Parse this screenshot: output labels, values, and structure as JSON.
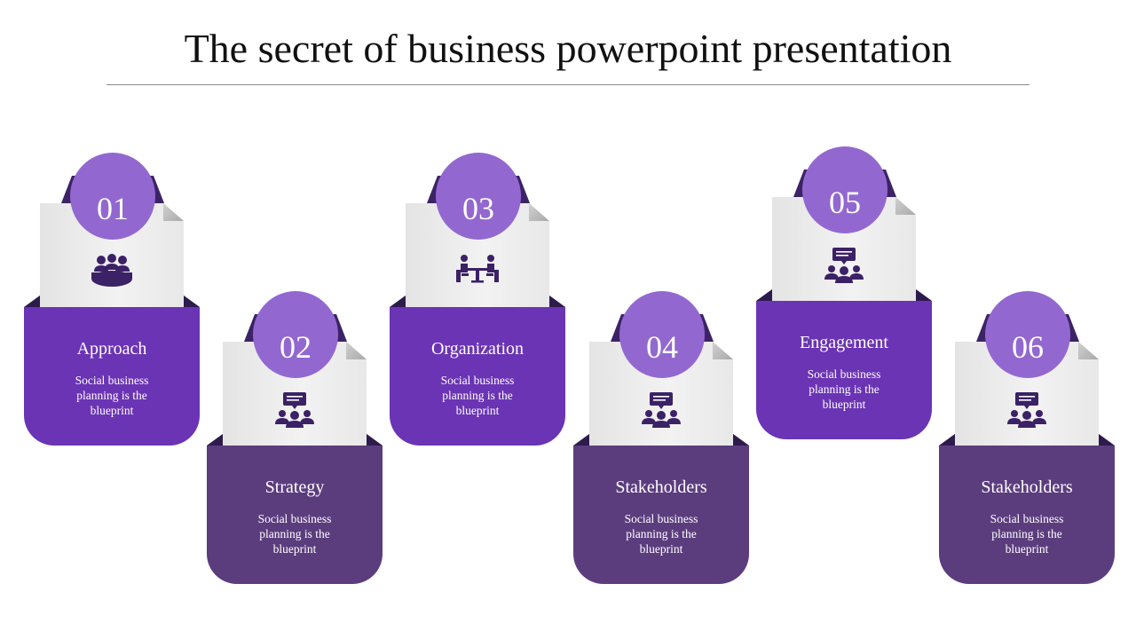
{
  "slide": {
    "title": "The secret of business powerpoint presentation"
  },
  "steps": [
    {
      "number": "01",
      "label": "Approach",
      "description": "Social business planning is the blueprint",
      "icon": "meeting-table-icon"
    },
    {
      "number": "02",
      "label": "Strategy",
      "description": "Social business planning is the blueprint",
      "icon": "presentation-group-icon"
    },
    {
      "number": "03",
      "label": "Organization",
      "description": "Social business planning is the blueprint",
      "icon": "two-people-desk-icon"
    },
    {
      "number": "04",
      "label": "Stakeholders",
      "description": "Social business planning is the blueprint",
      "icon": "presentation-group-icon"
    },
    {
      "number": "05",
      "label": "Engagement",
      "description": "Social business planning is the blueprint",
      "icon": "presentation-group-icon"
    },
    {
      "number": "06",
      "label": "Stakeholders",
      "description": "Social business planning is the blueprint",
      "icon": "presentation-group-icon"
    }
  ],
  "colors": {
    "primary_purple": "#6a34b4",
    "secondary_purple": "#5b3d7e",
    "circle_purple": "#9268d0",
    "icon_color": "#3b2166"
  }
}
